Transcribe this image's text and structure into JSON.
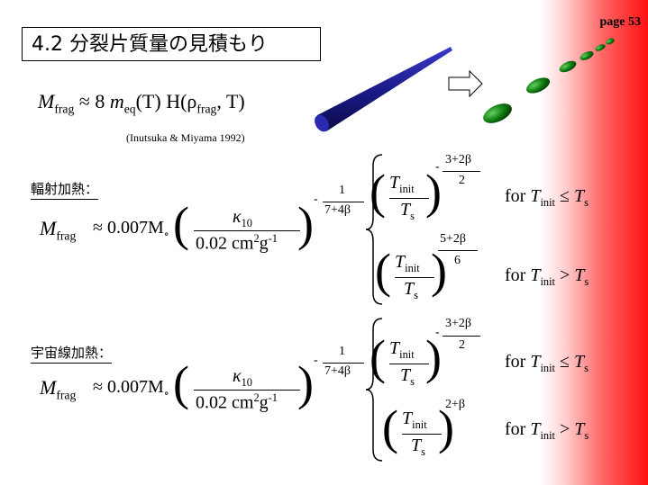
{
  "page": {
    "number_label": "page 53"
  },
  "title": "4.2 分裂片質量の見積もり",
  "citation": "(Inutsuka  & Miyama 1992)",
  "formula_main": {
    "lhs": "M",
    "lhs_sub": "frag",
    "approx": "≈ 8",
    "meq": "m",
    "meq_sub": "eq",
    "rest": "(T) H(ρ",
    "rho_sub": "frag",
    "end": ", T)"
  },
  "sections": [
    {
      "label": "輻射加熱："
    },
    {
      "label": "宇宙線加熱："
    }
  ],
  "eq": {
    "M": "M",
    "frag": "frag",
    "coef": "≈ 0.007M",
    "sun": "∘",
    "kappa": "κ",
    "kappa_sub": "10",
    "denom": "0.02 cm",
    "denom_sup": "2",
    "g": "g",
    "g_sup": "-1",
    "exp_minus": "-",
    "exp_num": "1",
    "exp_den": "7+4β",
    "T": "T",
    "init": "init",
    "s": "s",
    "e1_num": "3+2β",
    "e1_den": "2",
    "e2_num": "5+2β",
    "e2_den": "6",
    "e3": "2+β"
  },
  "conditions": {
    "for": "for",
    "le": "≤",
    "gt": ">"
  }
}
